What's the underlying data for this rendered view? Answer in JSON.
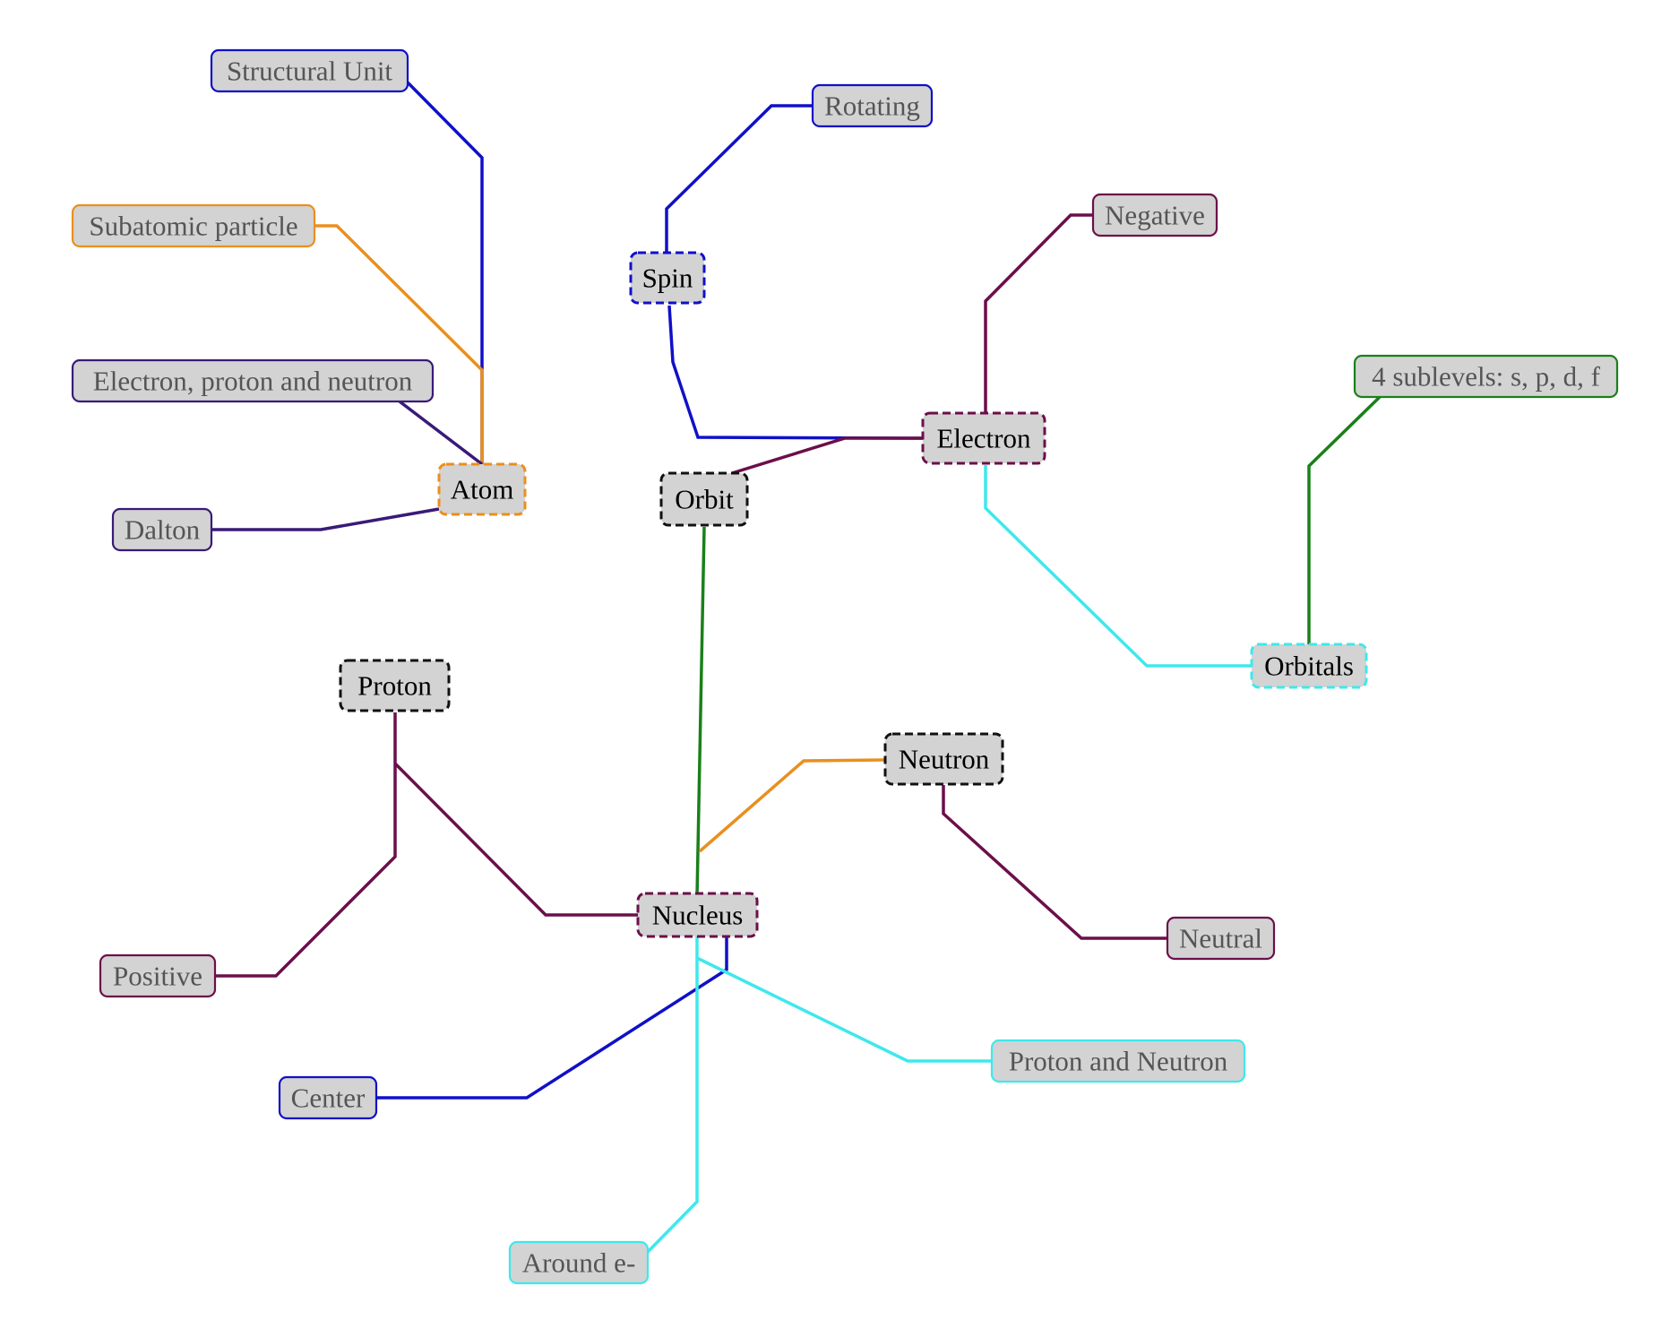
{
  "colors": {
    "blue": "#1010c8",
    "orange": "#ea8f1e",
    "indigo": "#3a1a78",
    "maroon": "#6b0f4a",
    "cyan": "#3ee8ec",
    "green": "#1a801a",
    "black": "#111111",
    "node_fill": "#d3d3d3"
  },
  "nodes": {
    "atom": "Atom",
    "structural_unit": "Structural Unit",
    "subatomic_particle": "Subatomic particle",
    "electron_proton_neutron": "Electron, proton and neutron",
    "dalton": "Dalton",
    "spin": "Spin",
    "rotating": "Rotating",
    "electron": "Electron",
    "negative": "Negative",
    "orbit": "Orbit",
    "sublevels": "4 sublevels: s, p, d, f",
    "orbitals": "Orbitals",
    "proton": "Proton",
    "positive": "Positive",
    "neutron": "Neutron",
    "neutral": "Neutral",
    "nucleus": "Nucleus",
    "center": "Center",
    "proton_and_neutron": "Proton and Neutron",
    "around_e": "Around e-"
  }
}
